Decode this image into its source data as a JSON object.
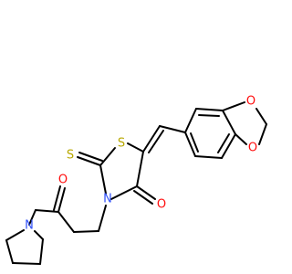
{
  "molecule": {
    "atom_labels": {
      "sulfur_ring": "S",
      "sulfur_thione": "S",
      "nitrogen_ring": "N",
      "oxygen_ketone": "O",
      "oxygen_amide": "O",
      "nitrogen_pyrrolidine": "N",
      "oxygen_dioxole_top": "O",
      "oxygen_dioxole_bottom": "O"
    },
    "colors": {
      "bond": "#000000",
      "sulfur": "#b8a800",
      "nitrogen": "#3050f8",
      "oxygen": "#ff0d0d"
    }
  }
}
